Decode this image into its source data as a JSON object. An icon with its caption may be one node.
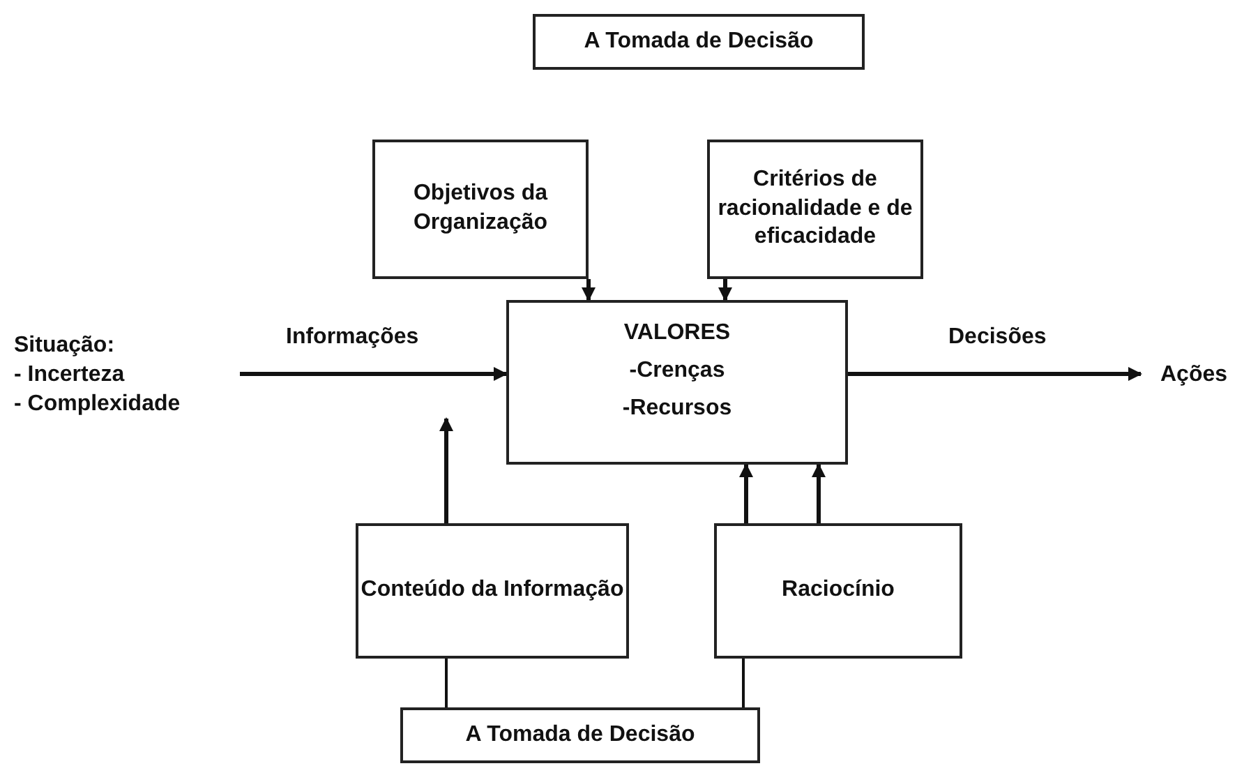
{
  "diagram": {
    "nodes": [
      {
        "text": [
          "A Tomada de Decisão"
        ]
      },
      {
        "text": [
          "Objetivos da Organização"
        ]
      },
      {
        "text": [
          "Critérios de racionalidade e de eficacidade"
        ]
      },
      {
        "text": [
          "Situação:",
          "- Incerteza",
          "- Complexidade"
        ]
      },
      {
        "text": [
          "VALORES",
          "-Crenças",
          "-Recursos"
        ]
      },
      {
        "text": [
          "Ações"
        ]
      },
      {
        "text": [
          "Conteúdo da Informação"
        ]
      },
      {
        "text": [
          "Raciocínio"
        ]
      },
      {
        "text": [
          "A Tomada de Decisão"
        ]
      }
    ],
    "edges": [
      {
        "from": 3,
        "to": 4,
        "arrow": "to",
        "label": "Informações"
      },
      {
        "from": 4,
        "to": 5,
        "arrow": "to",
        "label": "Decisões"
      },
      {
        "from": 1,
        "to": 4,
        "arrow": "to"
      },
      {
        "from": 2,
        "to": 4,
        "arrow": "to"
      },
      {
        "from": 6,
        "to": null,
        "arrow": "to"
      },
      {
        "from": 7,
        "to": 4,
        "arrow": "to"
      },
      {
        "from": 7,
        "to": 4,
        "arrow": "to"
      },
      {
        "from": 6,
        "to": 8,
        "arrow": "none"
      },
      {
        "from": 7,
        "to": 8,
        "arrow": "none"
      }
    ]
  }
}
